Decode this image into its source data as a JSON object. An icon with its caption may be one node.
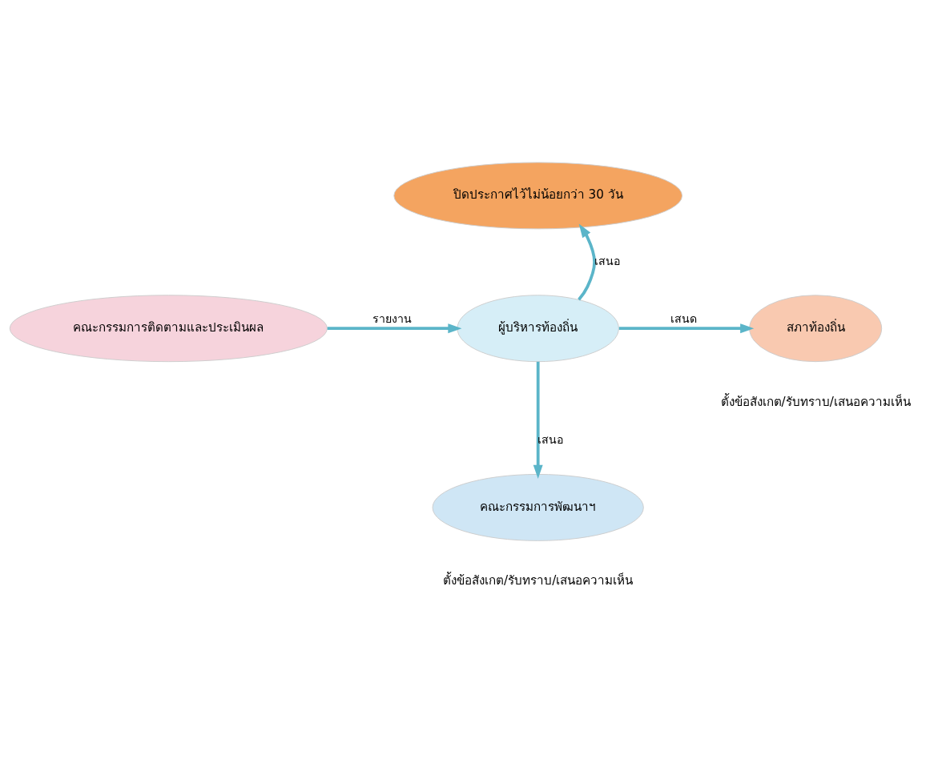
{
  "diagram": {
    "nodes": [
      {
        "text": [
          "ปิดประกาศไว้ไม่น้อยกว่า 30 วัน"
        ]
      },
      {
        "text": [
          "คณะกรรมการติดตามและประเมินผล"
        ]
      },
      {
        "text": [
          "ผู้บริหารท้องถิ่น"
        ]
      },
      {
        "text": [
          "สภาท้องถิ่น"
        ],
        "beside": [
          "ตั้งข้อสังเกต/รับทราบ/เสนอความเห็น"
        ]
      },
      {
        "text": [
          "คณะกรรมการพัฒนาฯ"
        ],
        "beside": [
          "ตั้งข้อสังเกต/รับทราบ/เสนอความเห็น"
        ]
      }
    ],
    "edges": [
      {
        "from": 1,
        "to": 2,
        "arrow": "to",
        "label": "รายงาน"
      },
      {
        "from": 2,
        "to": 0,
        "arrow": "to",
        "label": "เสนอ"
      },
      {
        "from": 2,
        "to": 3,
        "arrow": "to",
        "label": "เสนด"
      },
      {
        "from": 2,
        "to": 4,
        "arrow": "to",
        "label": "เสนอ"
      }
    ]
  }
}
